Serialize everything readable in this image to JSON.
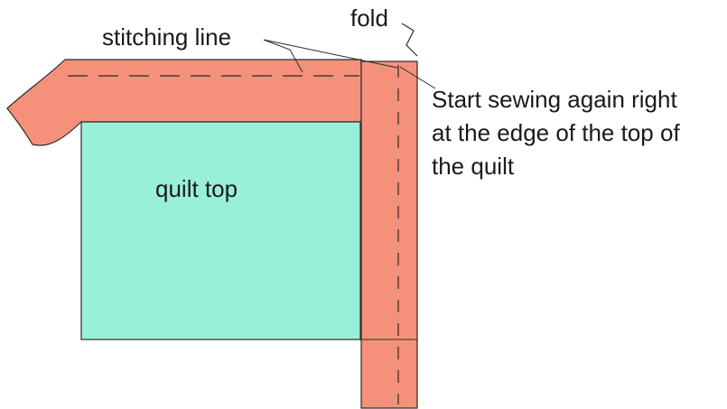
{
  "labels": {
    "stitching_line": "stitching line",
    "fold": "fold",
    "instruction_line1": "Start sewing again right",
    "instruction_line2": "at the edge of the top of",
    "instruction_line3": "the quilt",
    "quilt_top": "quilt top"
  },
  "colors": {
    "binding": "#f5917a",
    "quilt_top": "#99f0d8",
    "outline": "#2a2a2a",
    "text": "#1a1a1a"
  }
}
